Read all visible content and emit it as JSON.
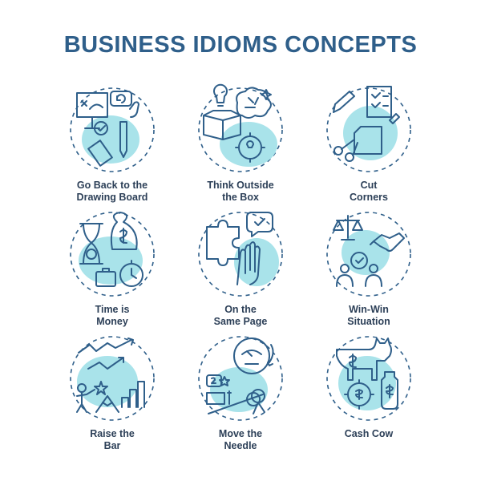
{
  "title": "BUSINESS IDIOMS CONCEPTS",
  "colors": {
    "primary": "#2f5f8a",
    "accent": "#a9e3ea",
    "text": "#2d4058"
  },
  "concepts": [
    {
      "label": "Go Back to the\nDrawing Board",
      "icon": "drawing-board-icon"
    },
    {
      "label": "Think Outside\nthe Box",
      "icon": "brain-box-icon"
    },
    {
      "label": "Cut\nCorners",
      "icon": "scissors-pencil-icon"
    },
    {
      "label": "Time is\nMoney",
      "icon": "hourglass-money-icon"
    },
    {
      "label": "On the\nSame Page",
      "icon": "puzzle-highfive-icon"
    },
    {
      "label": "Win-Win\nSituation",
      "icon": "handshake-scales-icon"
    },
    {
      "label": "Raise the\nBar",
      "icon": "growth-chart-icon"
    },
    {
      "label": "Move the\nNeedle",
      "icon": "speedometer-icon"
    },
    {
      "label": "Cash Cow",
      "icon": "cow-money-icon"
    }
  ]
}
